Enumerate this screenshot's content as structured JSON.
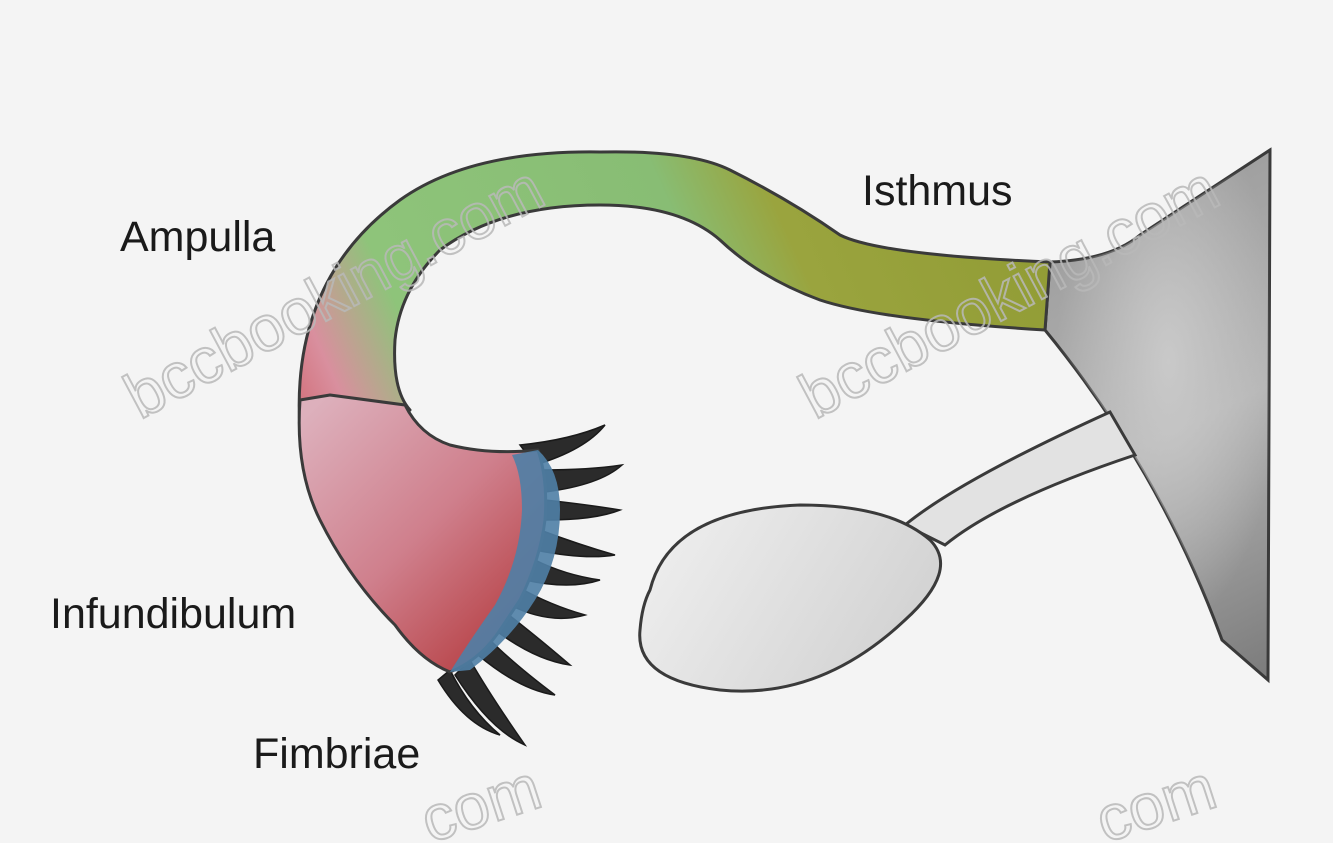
{
  "labels": {
    "isthmus": "Isthmus",
    "ampulla": "Ampulla",
    "infundibulum": "Infundibulum",
    "fimbriae": "Fimbriae"
  },
  "watermarks": [
    "bccbooking.com",
    "bccbooking.com",
    "com",
    "com"
  ],
  "colors": {
    "isthmus": "#9aa03c",
    "ampulla": "#8cc07a",
    "infundibulum_pink": "#d99aa8",
    "infundibulum_red": "#c0555a",
    "fimbriae_blue": "#4f7fa3",
    "fimbriae_spikes": "#2a2a2a",
    "uterus": "#8e8e8e",
    "ovary": "#e4e4e4"
  }
}
